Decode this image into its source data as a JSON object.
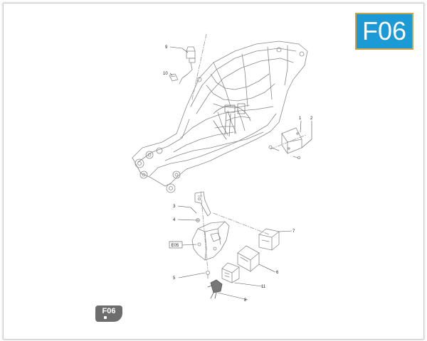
{
  "page_badge": "F06",
  "page_tag": "F06",
  "callouts": {
    "c1": "1",
    "c2": "2",
    "c3": "3",
    "c4": "4",
    "c5": "5",
    "c6": "6",
    "c7": "7",
    "c8": "8",
    "c9": "9",
    "c10": "10",
    "c11": "11"
  },
  "ref_label": "E05"
}
